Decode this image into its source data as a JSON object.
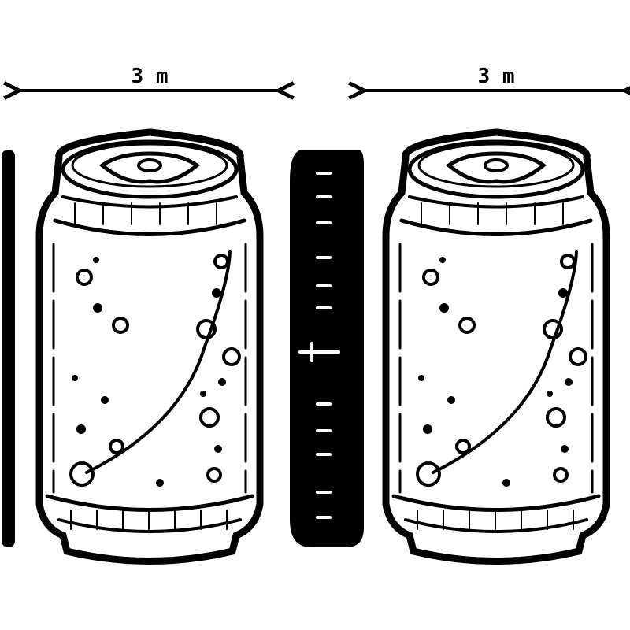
{
  "dimensions": [
    {
      "label": "3 m"
    },
    {
      "label": "3 m"
    }
  ],
  "colors": {
    "ink": "#000000",
    "background": "#ffffff"
  },
  "objects": [
    "soda-can",
    "measuring-ruler",
    "soda-can"
  ]
}
